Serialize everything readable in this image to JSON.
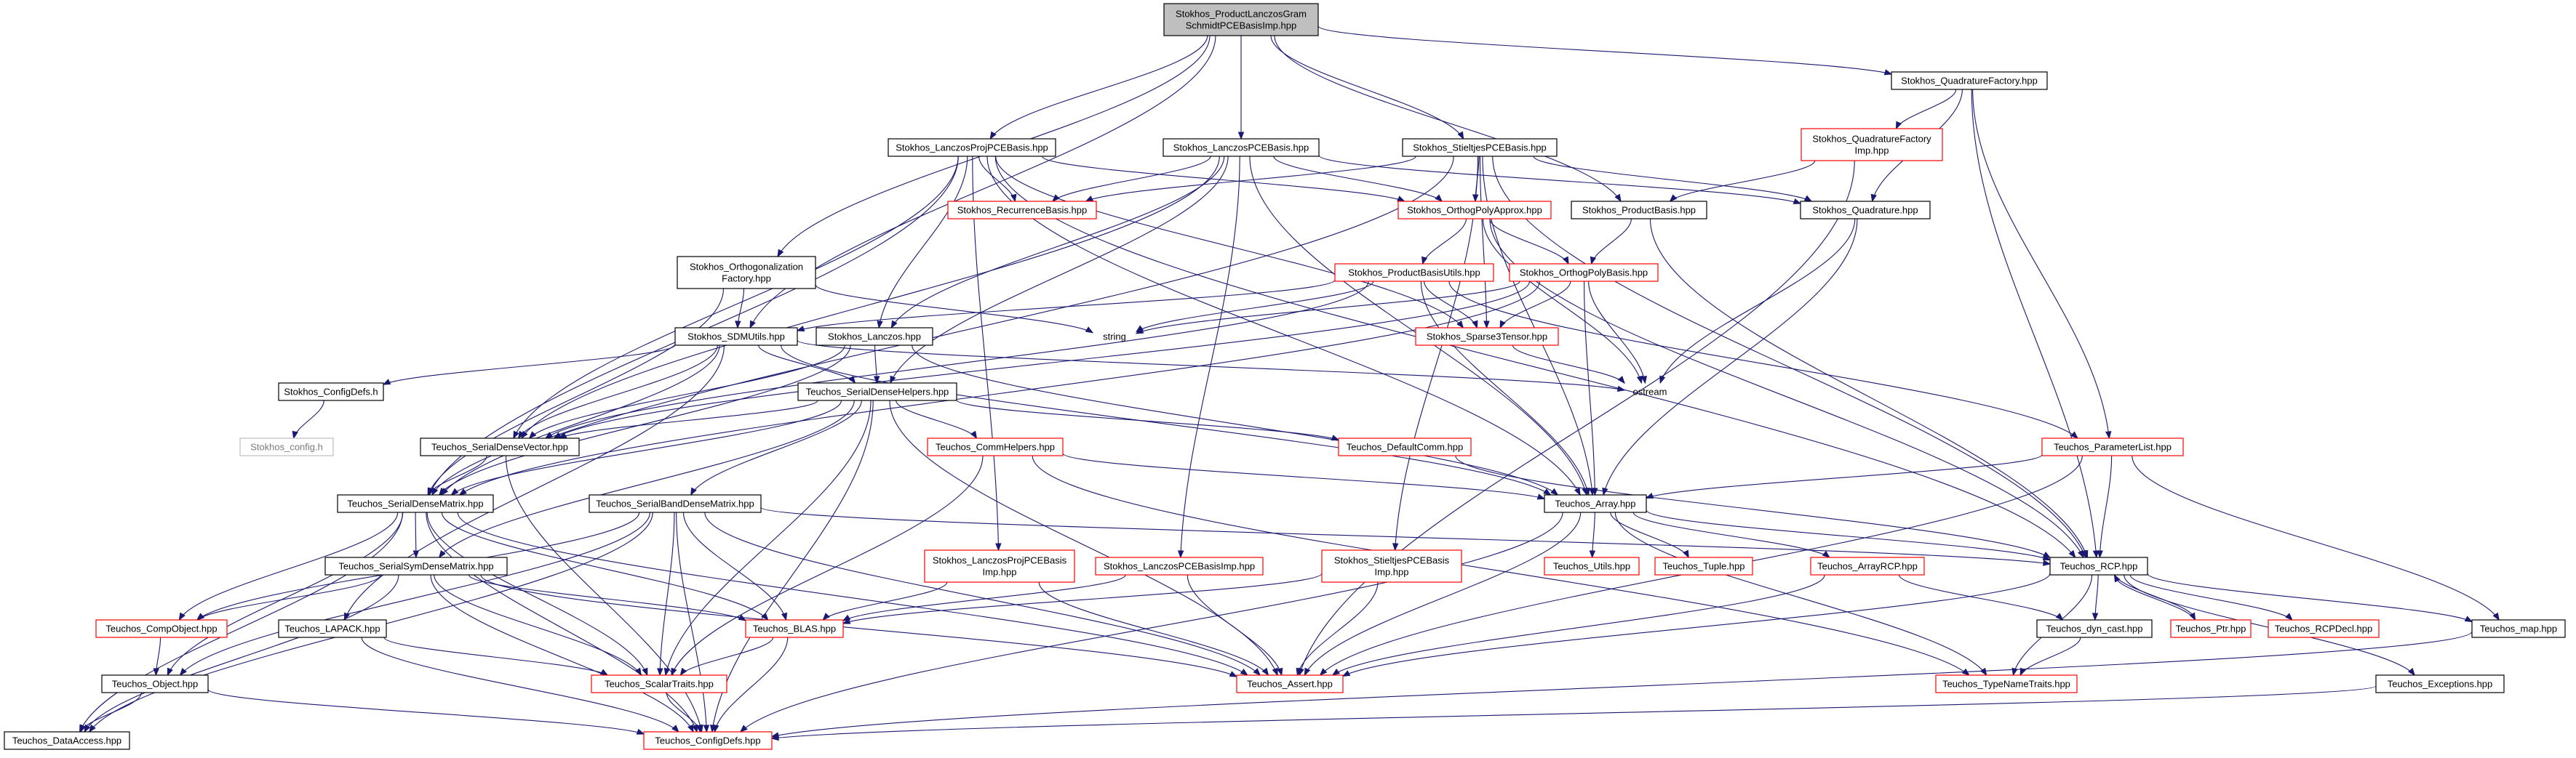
{
  "diagram": {
    "nodes": [
      {
        "id": "root",
        "lines": [
          "Stokhos_ProductLanczosGram",
          "SchmidtPCEBasisImp.hpp"
        ],
        "style": "root"
      },
      {
        "id": "quadfactory",
        "lines": [
          "Stokhos_QuadratureFactory.hpp"
        ],
        "style": "black"
      },
      {
        "id": "quadfactoryimp",
        "lines": [
          "Stokhos_QuadratureFactory",
          "Imp.hpp"
        ],
        "style": "red"
      },
      {
        "id": "lanczosproj",
        "lines": [
          "Stokhos_LanczosProjPCEBasis.hpp"
        ],
        "style": "black"
      },
      {
        "id": "lanczospce",
        "lines": [
          "Stokhos_LanczosPCEBasis.hpp"
        ],
        "style": "black"
      },
      {
        "id": "stieltjes",
        "lines": [
          "Stokhos_StieltjesPCEBasis.hpp"
        ],
        "style": "black"
      },
      {
        "id": "recurrence",
        "lines": [
          "Stokhos_RecurrenceBasis.hpp"
        ],
        "style": "red"
      },
      {
        "id": "orthopolyapprox",
        "lines": [
          "Stokhos_OrthogPolyApprox.hpp"
        ],
        "style": "red"
      },
      {
        "id": "productbasis",
        "lines": [
          "Stokhos_ProductBasis.hpp"
        ],
        "style": "black"
      },
      {
        "id": "quadrature",
        "lines": [
          "Stokhos_Quadrature.hpp"
        ],
        "style": "black"
      },
      {
        "id": "orthofactory",
        "lines": [
          "Stokhos_Orthogonalization",
          "Factory.hpp"
        ],
        "style": "black"
      },
      {
        "id": "prodbasisutils",
        "lines": [
          "Stokhos_ProductBasisUtils.hpp"
        ],
        "style": "red"
      },
      {
        "id": "orthopolybasis",
        "lines": [
          "Stokhos_OrthogPolyBasis.hpp"
        ],
        "style": "red"
      },
      {
        "id": "string",
        "lines": [
          "string"
        ],
        "style": "plain"
      },
      {
        "id": "sparse3",
        "lines": [
          "Stokhos_Sparse3Tensor.hpp"
        ],
        "style": "red"
      },
      {
        "id": "sdmutils",
        "lines": [
          "Stokhos_SDMUtils.hpp"
        ],
        "style": "black"
      },
      {
        "id": "lanczos",
        "lines": [
          "Stokhos_Lanczos.hpp"
        ],
        "style": "black"
      },
      {
        "id": "ostream",
        "lines": [
          "ostream"
        ],
        "style": "plain"
      },
      {
        "id": "configdefs",
        "lines": [
          "Stokhos_ConfigDefs.h"
        ],
        "style": "black"
      },
      {
        "id": "config",
        "lines": [
          "Stokhos_config.h"
        ],
        "style": "gray"
      },
      {
        "id": "serialdensehelpers",
        "lines": [
          "Teuchos_SerialDenseHelpers.hpp"
        ],
        "style": "black"
      },
      {
        "id": "serialdensevector",
        "lines": [
          "Teuchos_SerialDenseVector.hpp"
        ],
        "style": "black"
      },
      {
        "id": "commhelpers",
        "lines": [
          "Teuchos_CommHelpers.hpp"
        ],
        "style": "red"
      },
      {
        "id": "defaultcomm",
        "lines": [
          "Teuchos_DefaultComm.hpp"
        ],
        "style": "red"
      },
      {
        "id": "paramlist",
        "lines": [
          "Teuchos_ParameterList.hpp"
        ],
        "style": "red"
      },
      {
        "id": "serialdensematrix",
        "lines": [
          "Teuchos_SerialDenseMatrix.hpp"
        ],
        "style": "black"
      },
      {
        "id": "serialbanddense",
        "lines": [
          "Teuchos_SerialBandDenseMatrix.hpp"
        ],
        "style": "black"
      },
      {
        "id": "array",
        "lines": [
          "Teuchos_Array.hpp"
        ],
        "style": "black"
      },
      {
        "id": "serialsym",
        "lines": [
          "Teuchos_SerialSymDenseMatrix.hpp"
        ],
        "style": "black"
      },
      {
        "id": "lanczosprojimp",
        "lines": [
          "Stokhos_LanczosProjPCEBasis",
          "Imp.hpp"
        ],
        "style": "red"
      },
      {
        "id": "lanczospceimp",
        "lines": [
          "Stokhos_LanczosPCEBasisImp.hpp"
        ],
        "style": "red"
      },
      {
        "id": "stieltjesimp",
        "lines": [
          "Stokhos_StieltjesPCEBasis",
          "Imp.hpp"
        ],
        "style": "red"
      },
      {
        "id": "utils",
        "lines": [
          "Teuchos_Utils.hpp"
        ],
        "style": "red"
      },
      {
        "id": "tuple",
        "lines": [
          "Teuchos_Tuple.hpp"
        ],
        "style": "red"
      },
      {
        "id": "arrayrcp",
        "lines": [
          "Teuchos_ArrayRCP.hpp"
        ],
        "style": "red"
      },
      {
        "id": "rcp",
        "lines": [
          "Teuchos_RCP.hpp"
        ],
        "style": "black"
      },
      {
        "id": "compobject",
        "lines": [
          "Teuchos_CompObject.hpp"
        ],
        "style": "red"
      },
      {
        "id": "lapack",
        "lines": [
          "Teuchos_LAPACK.hpp"
        ],
        "style": "black"
      },
      {
        "id": "blas",
        "lines": [
          "Teuchos_BLAS.hpp"
        ],
        "style": "red"
      },
      {
        "id": "dyncast",
        "lines": [
          "Teuchos_dyn_cast.hpp"
        ],
        "style": "black"
      },
      {
        "id": "ptr",
        "lines": [
          "Teuchos_Ptr.hpp"
        ],
        "style": "red"
      },
      {
        "id": "rcpdecl",
        "lines": [
          "Teuchos_RCPDecl.hpp"
        ],
        "style": "red"
      },
      {
        "id": "map",
        "lines": [
          "Teuchos_map.hpp"
        ],
        "style": "black"
      },
      {
        "id": "object",
        "lines": [
          "Teuchos_Object.hpp"
        ],
        "style": "black"
      },
      {
        "id": "scalartraits",
        "lines": [
          "Teuchos_ScalarTraits.hpp"
        ],
        "style": "red"
      },
      {
        "id": "asset",
        "lines": [
          "Teuchos_Assert.hpp"
        ],
        "style": "red"
      },
      {
        "id": "typenametraits",
        "lines": [
          "Teuchos_TypeNameTraits.hpp"
        ],
        "style": "red"
      },
      {
        "id": "exceptions",
        "lines": [
          "Teuchos_Exceptions.hpp"
        ],
        "style": "black"
      },
      {
        "id": "dataaccess",
        "lines": [
          "Teuchos_DataAccess.hpp"
        ],
        "style": "black"
      },
      {
        "id": "teuchosconfigdefs",
        "lines": [
          "Teuchos_ConfigDefs.hpp"
        ],
        "style": "red"
      }
    ],
    "edges": [
      [
        "root",
        "quadfactory"
      ],
      [
        "root",
        "lanczosproj"
      ],
      [
        "root",
        "lanczospce"
      ],
      [
        "root",
        "stieltjes"
      ],
      [
        "root",
        "productbasis"
      ],
      [
        "root",
        "orthofactory"
      ],
      [
        "root",
        "sdmutils"
      ],
      [
        "quadfactory",
        "quadfactoryimp"
      ],
      [
        "quadfactory",
        "quadrature"
      ],
      [
        "quadfactory",
        "paramlist"
      ],
      [
        "quadfactory",
        "rcp"
      ],
      [
        "quadfactoryimp",
        "productbasis"
      ],
      [
        "quadfactoryimp",
        "asset"
      ],
      [
        "lanczosproj",
        "recurrence"
      ],
      [
        "lanczosproj",
        "orthopolyapprox"
      ],
      [
        "lanczosproj",
        "sparse3"
      ],
      [
        "lanczosproj",
        "lanczos"
      ],
      [
        "lanczosproj",
        "serialdensevector"
      ],
      [
        "lanczosproj",
        "serialdensematrix"
      ],
      [
        "lanczosproj",
        "lanczosprojimp"
      ],
      [
        "lanczosproj",
        "array"
      ],
      [
        "lanczosproj",
        "rcp"
      ],
      [
        "lanczospce",
        "recurrence"
      ],
      [
        "lanczospce",
        "orthopolyapprox"
      ],
      [
        "lanczospce",
        "lanczos"
      ],
      [
        "lanczospce",
        "serialdensehelpers"
      ],
      [
        "lanczospce",
        "serialdensevector"
      ],
      [
        "lanczospce",
        "lanczospceimp"
      ],
      [
        "lanczospce",
        "array"
      ],
      [
        "lanczospce",
        "quadrature"
      ],
      [
        "stieltjes",
        "recurrence"
      ],
      [
        "stieltjes",
        "orthopolyapprox"
      ],
      [
        "stieltjes",
        "quadrature"
      ],
      [
        "stieltjes",
        "stieltjesimp"
      ],
      [
        "stieltjes",
        "sparse3"
      ],
      [
        "stieltjes",
        "serialdensematrix"
      ],
      [
        "stieltjes",
        "rcp"
      ],
      [
        "stieltjes",
        "array"
      ],
      [
        "orthopolyapprox",
        "prodbasisutils"
      ],
      [
        "orthopolyapprox",
        "orthopolybasis"
      ],
      [
        "orthopolyapprox",
        "ostream"
      ],
      [
        "orthopolyapprox",
        "rcp"
      ],
      [
        "productbasis",
        "orthopolybasis"
      ],
      [
        "productbasis",
        "rcp"
      ],
      [
        "quadrature",
        "ostream"
      ],
      [
        "quadrature",
        "array"
      ],
      [
        "orthofactory",
        "sdmutils"
      ],
      [
        "orthofactory",
        "string"
      ],
      [
        "orthofactory",
        "serialdensematrix"
      ],
      [
        "prodbasisutils",
        "sdmutils"
      ],
      [
        "prodbasisutils",
        "sparse3"
      ],
      [
        "prodbasisutils",
        "string"
      ],
      [
        "prodbasisutils",
        "array"
      ],
      [
        "prodbasisutils",
        "serialdensevector"
      ],
      [
        "prodbasisutils",
        "paramlist"
      ],
      [
        "orthopolybasis",
        "string"
      ],
      [
        "orthopolybasis",
        "sparse3"
      ],
      [
        "orthopolybasis",
        "ostream"
      ],
      [
        "orthopolybasis",
        "array"
      ],
      [
        "orthopolybasis",
        "serialdensematrix"
      ],
      [
        "orthopolybasis",
        "serialdensevector"
      ],
      [
        "sparse3",
        "ostream"
      ],
      [
        "sdmutils",
        "configdefs"
      ],
      [
        "sdmutils",
        "serialdensehelpers"
      ],
      [
        "sdmutils",
        "serialdensevector"
      ],
      [
        "sdmutils",
        "serialdensematrix"
      ],
      [
        "sdmutils",
        "lapack"
      ],
      [
        "sdmutils",
        "array"
      ],
      [
        "sdmutils",
        "ostream"
      ],
      [
        "configdefs",
        "config"
      ],
      [
        "lanczos",
        "serialdensehelpers"
      ],
      [
        "lanczos",
        "serialdensevector"
      ],
      [
        "lanczos",
        "array"
      ],
      [
        "lanczos",
        "serialdensematrix"
      ],
      [
        "serialdensehelpers",
        "serialdensevector"
      ],
      [
        "serialdensehelpers",
        "serialdensematrix"
      ],
      [
        "serialdensehelpers",
        "commhelpers"
      ],
      [
        "serialdensehelpers",
        "defaultcomm"
      ],
      [
        "serialdensehelpers",
        "serialbanddense"
      ],
      [
        "serialdensehelpers",
        "serialsym"
      ],
      [
        "serialdensehelpers",
        "scalartraits"
      ],
      [
        "serialdensehelpers",
        "asset"
      ],
      [
        "serialdensehelpers",
        "teuchosconfigdefs"
      ],
      [
        "serialdensevector",
        "serialdensematrix"
      ],
      [
        "serialdensevector",
        "teuchosconfigdefs"
      ],
      [
        "commhelpers",
        "array"
      ],
      [
        "commhelpers",
        "scalartraits"
      ],
      [
        "commhelpers",
        "typenametraits"
      ],
      [
        "defaultcomm",
        "rcp"
      ],
      [
        "paramlist",
        "array"
      ],
      [
        "paramlist",
        "rcp"
      ],
      [
        "paramlist",
        "map"
      ],
      [
        "paramlist",
        "asset"
      ],
      [
        "serialdensematrix",
        "serialsym"
      ],
      [
        "serialdensematrix",
        "compobject"
      ],
      [
        "serialdensematrix",
        "blas"
      ],
      [
        "serialdensematrix",
        "scalartraits"
      ],
      [
        "serialdensematrix",
        "object"
      ],
      [
        "serialdensematrix",
        "dataaccess"
      ],
      [
        "serialdensematrix",
        "asset"
      ],
      [
        "serialdensematrix",
        "teuchosconfigdefs"
      ],
      [
        "serialbanddense",
        "compobject"
      ],
      [
        "serialbanddense",
        "blas"
      ],
      [
        "serialbanddense",
        "scalartraits"
      ],
      [
        "serialbanddense",
        "object"
      ],
      [
        "serialbanddense",
        "dataaccess"
      ],
      [
        "serialbanddense",
        "asset"
      ],
      [
        "serialbanddense",
        "rcp"
      ],
      [
        "serialbanddense",
        "teuchosconfigdefs"
      ],
      [
        "array",
        "utils"
      ],
      [
        "array",
        "tuple"
      ],
      [
        "array",
        "arrayrcp"
      ],
      [
        "array",
        "rcp"
      ],
      [
        "array",
        "asset"
      ],
      [
        "array",
        "typenametraits"
      ],
      [
        "array",
        "teuchosconfigdefs"
      ],
      [
        "serialsym",
        "compobject"
      ],
      [
        "serialsym",
        "blas"
      ],
      [
        "serialsym",
        "scalartraits"
      ],
      [
        "serialsym",
        "dataaccess"
      ],
      [
        "serialsym",
        "asset"
      ],
      [
        "serialsym",
        "teuchosconfigdefs"
      ],
      [
        "lanczosprojimp",
        "blas"
      ],
      [
        "lanczosprojimp",
        "asset"
      ],
      [
        "lanczospceimp",
        "blas"
      ],
      [
        "lanczospceimp",
        "asset"
      ],
      [
        "stieltjesimp",
        "blas"
      ],
      [
        "stieltjesimp",
        "asset"
      ],
      [
        "arrayrcp",
        "asset"
      ],
      [
        "arrayrcp",
        "dyncast"
      ],
      [
        "rcp",
        "dyncast"
      ],
      [
        "rcp",
        "ptr"
      ],
      [
        "rcp",
        "rcpdecl"
      ],
      [
        "rcp",
        "map"
      ],
      [
        "rcp",
        "exceptions"
      ],
      [
        "rcp",
        "typenametraits"
      ],
      [
        "rcp",
        "asset"
      ],
      [
        "compobject",
        "object"
      ],
      [
        "lapack",
        "scalartraits"
      ],
      [
        "lapack",
        "teuchosconfigdefs"
      ],
      [
        "blas",
        "scalartraits"
      ],
      [
        "blas",
        "teuchosconfigdefs"
      ],
      [
        "dyncast",
        "typenametraits"
      ],
      [
        "ptr",
        "rcp"
      ],
      [
        "map",
        "teuchosconfigdefs"
      ],
      [
        "object",
        "dataaccess"
      ],
      [
        "object",
        "teuchosconfigdefs"
      ],
      [
        "scalartraits",
        "teuchosconfigdefs"
      ],
      [
        "exceptions",
        "teuchosconfigdefs"
      ]
    ]
  }
}
